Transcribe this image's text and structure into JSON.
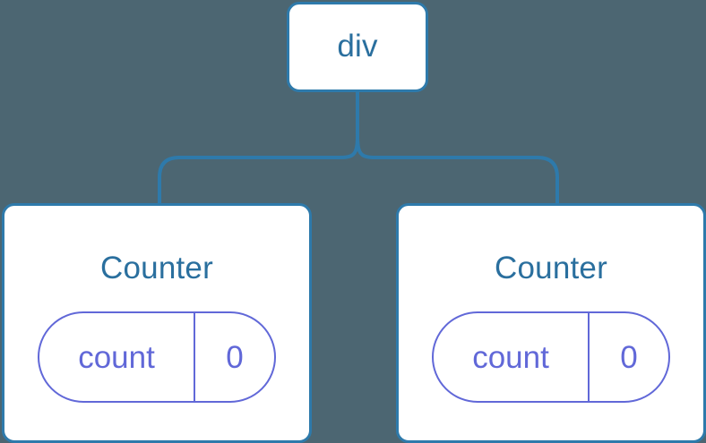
{
  "diagram": {
    "type": "component-tree",
    "background_color": "#4c6672",
    "node_border_color": "#2e7aab",
    "node_text_color": "#2a6f9e",
    "pill_color": "#6168d8",
    "connector_color": "#2e7aab",
    "root": {
      "label": "div"
    },
    "children": [
      {
        "label": "Counter",
        "state": {
          "key": "count",
          "value": "0"
        }
      },
      {
        "label": "Counter",
        "state": {
          "key": "count",
          "value": "0"
        }
      }
    ]
  }
}
